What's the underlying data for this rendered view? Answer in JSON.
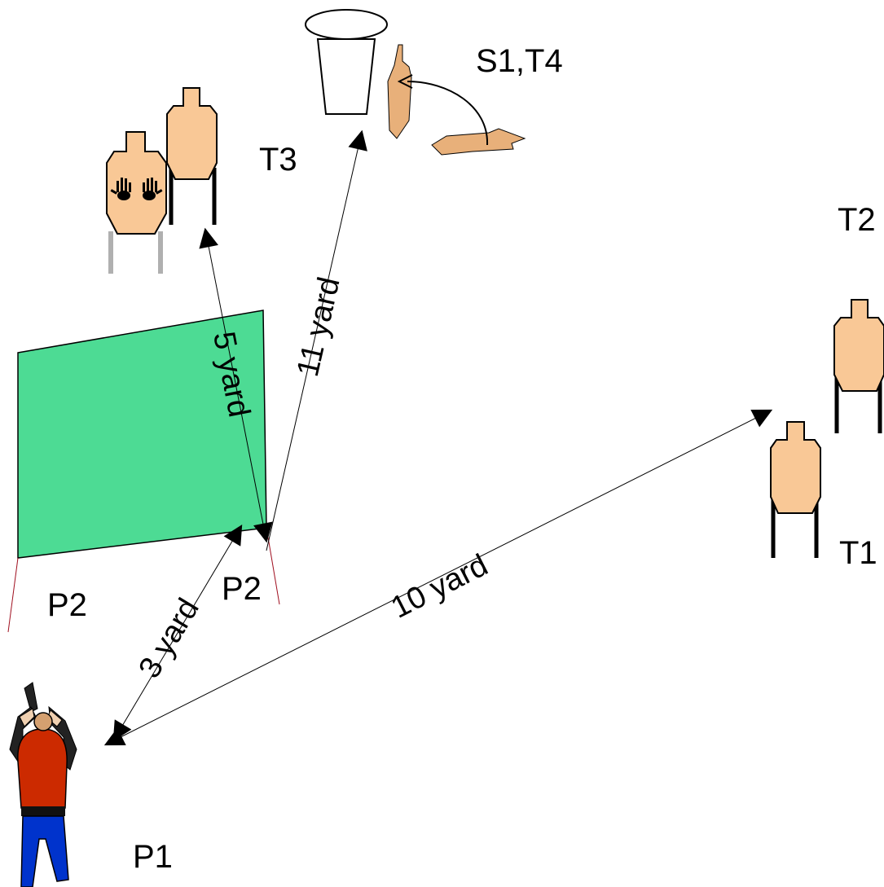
{
  "labels": {
    "p1": "P1",
    "p2_left": "P2",
    "p2_right": "P2",
    "t1": "T1",
    "t2": "T2",
    "t3": "T3",
    "s1_t4": "S1,T4"
  },
  "distances": {
    "p1_to_p2": "3 yard",
    "p1_to_t1": "10 yard",
    "p2_to_t3": "5 yard",
    "p2_to_s1": "11 yard"
  },
  "colors": {
    "target_fill": "#f9c896",
    "swinger_fill": "#e8b07a",
    "wall_fill": "#4ddb94",
    "stand_dark": "#000000",
    "stand_gray": "#b0b0b0",
    "shooter_shirt": "#cc2a00",
    "shooter_pants": "#0033cc",
    "fault_line": "#a01020"
  },
  "icons": {
    "shooter": "shooter-figure-icon",
    "target": "paper-target-icon",
    "no_shoot": "no-shoot-hands-icon",
    "activator": "bucket-activator-icon",
    "swinger": "swinging-target-icon"
  }
}
